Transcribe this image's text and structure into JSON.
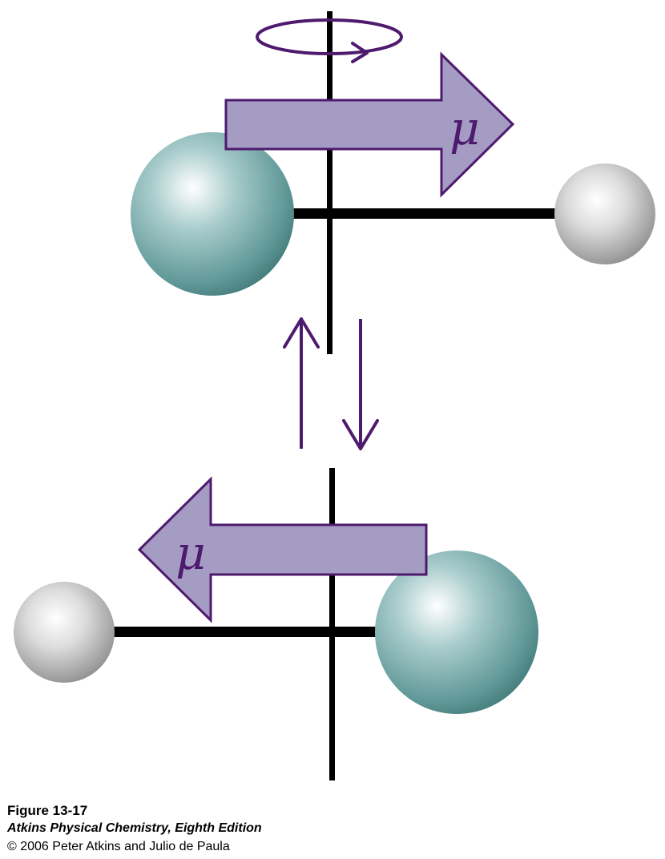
{
  "diagram": {
    "top_molecule": {
      "dipole_label": "μ",
      "dipole_direction": "right"
    },
    "bottom_molecule": {
      "dipole_label": "μ",
      "dipole_direction": "left"
    },
    "transition_arrows": [
      "up",
      "down"
    ],
    "rotation_indicator": "rotation-about-axis"
  },
  "caption": {
    "figure_number": "Figure 13-17",
    "book_title": "Atkins Physical Chemistry, Eighth Edition",
    "copyright": "© 2006 Peter Atkins and Julio de Paula"
  },
  "colors": {
    "arrow_fill": "#a59cc4",
    "arrow_stroke": "#4e1a6e",
    "purple": "#4e1a6e",
    "large_atom": "#4f8a8a",
    "small_atom": "#a8a8a8",
    "axis": "#000000"
  }
}
